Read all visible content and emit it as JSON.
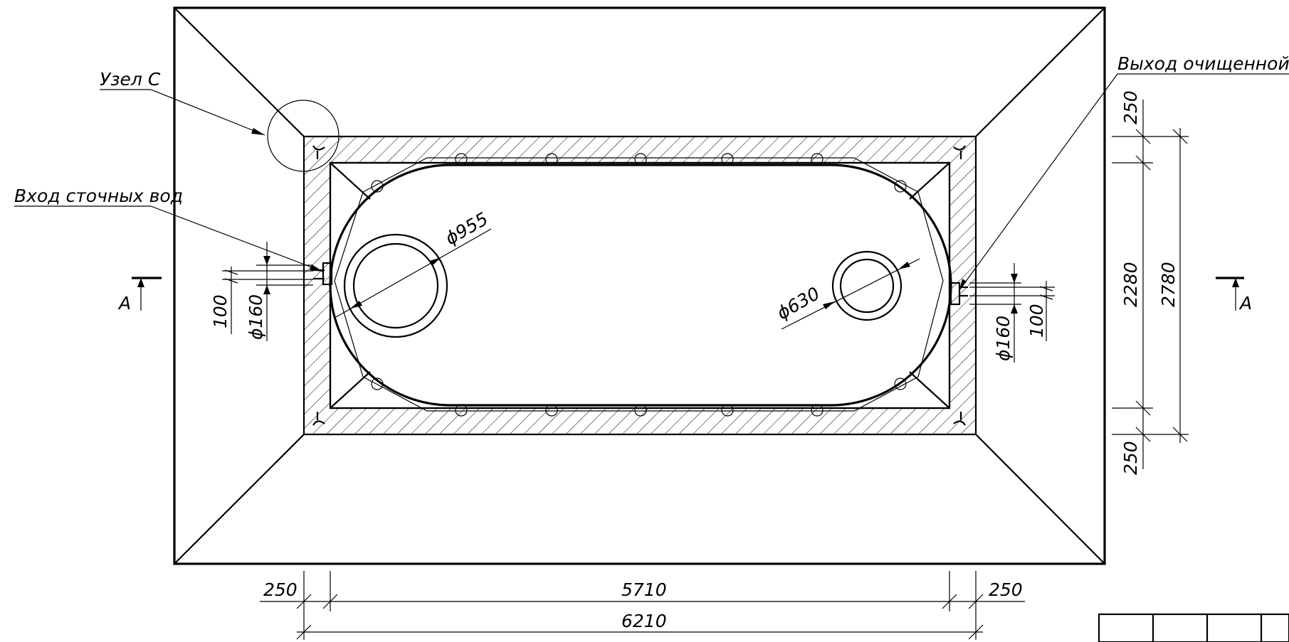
{
  "drawing": {
    "labels": {
      "node_c": "Узел С",
      "inlet": "Вход сточных вод",
      "outlet": "Выход очищенной воды",
      "section_left": "А",
      "section_right": "А"
    },
    "dimensions": {
      "dia_955": "ϕ955",
      "dia_630": "ϕ630",
      "left_100": "100",
      "left_160": "ϕ160",
      "right_160": "ϕ160",
      "right_100": "100",
      "right_250_top": "250",
      "right_2280": "2280",
      "right_2780": "2780",
      "right_250_bottom": "250",
      "bottom_250_left": "250",
      "bottom_5710": "5710",
      "bottom_250_right": "250",
      "bottom_6210": "6210"
    },
    "title_block_cells": [
      "",
      "",
      "",
      ""
    ]
  }
}
